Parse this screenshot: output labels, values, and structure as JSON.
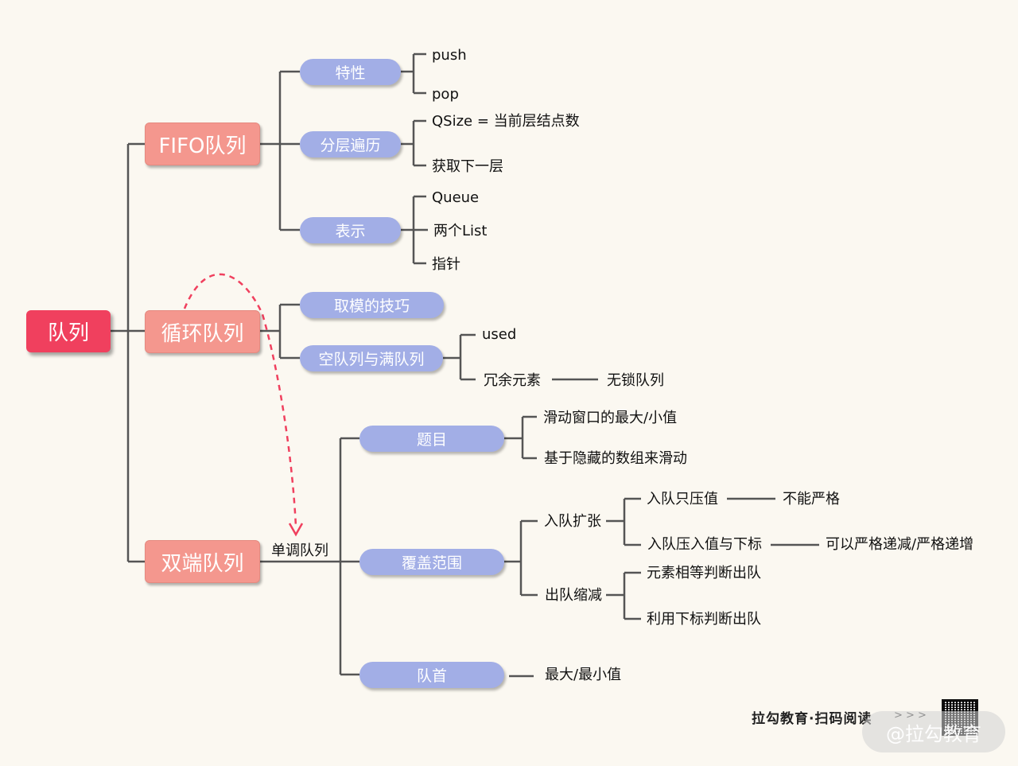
{
  "root": {
    "label": "队列"
  },
  "branches": {
    "fifo": {
      "label": "FIFO队列",
      "features": {
        "label": "特性",
        "items": [
          "push",
          "pop"
        ]
      },
      "level_traversal": {
        "label": "分层遍历",
        "items": [
          "QSize = 当前层结点数",
          "获取下一层"
        ]
      },
      "representation": {
        "label": "表示",
        "items": [
          "Queue",
          "两个List",
          "指针"
        ]
      }
    },
    "circular": {
      "label": "循环队列",
      "modulo": {
        "label": "取模的技巧"
      },
      "empty_full": {
        "label": "空队列与满队列",
        "items": [
          "used",
          "冗余元素"
        ],
        "extra": "无锁队列"
      }
    },
    "deque": {
      "label": "双端队列",
      "edge_label": "单调队列",
      "problems": {
        "label": "题目",
        "items": [
          "滑动窗口的最大/小值",
          "基于隐藏的数组来滑动"
        ]
      },
      "coverage": {
        "label": "覆盖范围",
        "enqueue": {
          "label": "入队扩张",
          "items": [
            "入队只压值",
            "入队压入值与下标"
          ],
          "results": [
            "不能严格",
            "可以严格递减/严格递增"
          ]
        },
        "dequeue": {
          "label": "出队缩减",
          "items": [
            "元素相等判断出队",
            "利用下标判断出队"
          ]
        }
      },
      "head": {
        "label": "队首",
        "items": [
          "最大/最小值"
        ]
      }
    }
  },
  "footer": {
    "brand": "拉勾教育·扫码阅读",
    "arrows": "> > >",
    "watermark": "@拉勾教育"
  },
  "colors": {
    "root": "#f0405e",
    "level1": "#f4978e",
    "level2": "#a2aee6",
    "line": "#555555",
    "dashed_arrow": "#f0405e"
  }
}
